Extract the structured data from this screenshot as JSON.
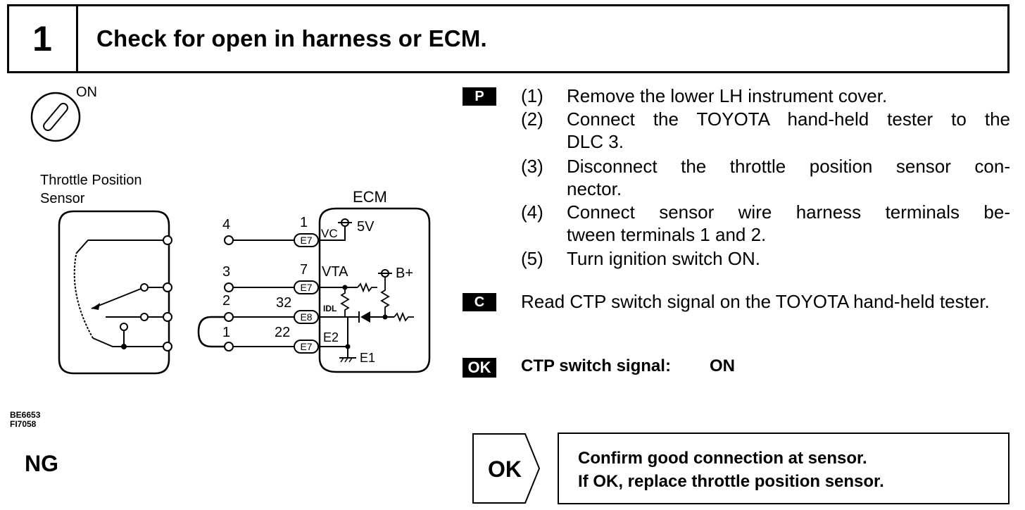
{
  "header": {
    "step_number": "1",
    "title": "Check for open in harness or ECM."
  },
  "diagram": {
    "ignition_label": "ON",
    "sensor_label_line1": "Throttle Position",
    "sensor_label_line2": "Sensor",
    "ecm_label": "ECM",
    "harness_pins": [
      "4",
      "3",
      "2",
      "1"
    ],
    "ecm_pins": [
      "1",
      "7",
      "32",
      "22"
    ],
    "connectors": [
      "E7",
      "E7",
      "E8",
      "E7"
    ],
    "signals": {
      "vc": "VC",
      "vta": "VTA",
      "idl": "IDL",
      "e2": "E2",
      "e1": "E1",
      "five_v": "5V",
      "b_plus": "B+"
    }
  },
  "procedure": {
    "badge": "P",
    "steps": [
      {
        "num": "(1)",
        "lines": [
          "Remove the lower LH instrument cover."
        ]
      },
      {
        "num": "(2)",
        "lines": [
          "Connect the TOYOTA hand-held tester to the",
          "DLC 3."
        ]
      },
      {
        "num": "(3)",
        "lines": [
          "Disconnect the throttle position sensor con-",
          "nector."
        ]
      },
      {
        "num": "(4)",
        "lines": [
          "Connect sensor wire harness terminals be-",
          "tween terminals 1 and 2."
        ]
      },
      {
        "num": "(5)",
        "lines": [
          "Turn ignition switch ON."
        ]
      }
    ]
  },
  "check": {
    "badge": "C",
    "text": "Read CTP switch signal on the TOYOTA hand-held tester."
  },
  "spec": {
    "badge": "OK",
    "label": "CTP switch signal:",
    "value": "ON"
  },
  "codes": [
    "BE6653",
    "FI7058"
  ],
  "ng": {
    "label": "NG"
  },
  "ok": {
    "label": "OK",
    "result_line1": "Confirm good connection at sensor.",
    "result_line2": "If OK, replace throttle position sensor."
  }
}
